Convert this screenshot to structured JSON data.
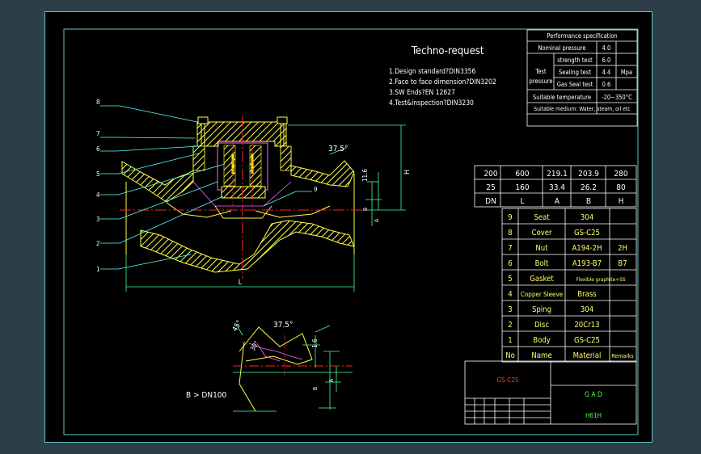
{
  "techno": {
    "title": "Techno-request",
    "lines": [
      "1.Design standard?DIN3356",
      "2.Face to face dimension?DIN3202",
      "3.SW Ends?EN 12627",
      "4.Test&inspection?DIN3230"
    ]
  },
  "performance": {
    "header": "Performance specification",
    "nominal_label": "Nominal pressure",
    "nominal_value": "4.0",
    "test_label_1": "Test",
    "test_label_2": "pressure",
    "strength_label": "strength test",
    "strength_value": "6.0",
    "sealing_label": "Sealing test",
    "sealing_value": "4.4",
    "gas_label": "Gas Seal test",
    "gas_value": "0.6",
    "unit": "Mpa",
    "temp_label": "Suitable temperature",
    "temp_value": "-20~350°C",
    "medium": "Suitable medium: Water, steam, oil etc"
  },
  "dimensions": {
    "rows": [
      [
        "200",
        "600",
        "219.1",
        "203.9",
        "280"
      ],
      [
        "25",
        "160",
        "33.4",
        "26.2",
        "80"
      ],
      [
        "DN",
        "L",
        "A",
        "B",
        "H"
      ]
    ]
  },
  "parts": {
    "header": {
      "no": "No",
      "name": "Name",
      "material": "Material",
      "remarks": "Remarks"
    },
    "rows": [
      {
        "no": "9",
        "name": "Seat",
        "material": "304",
        "remarks": ""
      },
      {
        "no": "8",
        "name": "Cover",
        "material": "GS-C25",
        "remarks": ""
      },
      {
        "no": "7",
        "name": "Nut",
        "material": "A194-2H",
        "remarks": "2H"
      },
      {
        "no": "6",
        "name": "Bolt",
        "material": "A193-B7",
        "remarks": "B7"
      },
      {
        "no": "5",
        "name": "Gasket",
        "material": "Flexible graphite+SS",
        "remarks": ""
      },
      {
        "no": "4",
        "name": "Copper Sleeve",
        "material": "Brass",
        "remarks": ""
      },
      {
        "no": "3",
        "name": "Sping",
        "material": "304",
        "remarks": ""
      },
      {
        "no": "2",
        "name": "Disc",
        "material": "20Cr13",
        "remarks": ""
      },
      {
        "no": "1",
        "name": "Body",
        "material": "GS-C25",
        "remarks": ""
      }
    ]
  },
  "title_block": {
    "code": "GS-C25",
    "gad": "G A D",
    "model": "H61H"
  },
  "drawing": {
    "callouts": [
      "8",
      "7",
      "6",
      "5",
      "4",
      "3",
      "2",
      "1",
      "9"
    ],
    "angle_main": "37.5°",
    "dim_116": "11.6",
    "dim_L": "L",
    "dim_H": "H",
    "dim_B": "B",
    "dim_A": "A",
    "detail_angle_45": "45°",
    "detail_angle_375": "37.5°",
    "detail_angle_30": "30°",
    "detail_16": "1.6",
    "detail_B": "B",
    "detail_A": "A",
    "detail_note": "B > DN100"
  },
  "colors": {
    "border": "#5bc8c8",
    "table_text": "#ffffff",
    "parts_text": "#ffff66",
    "title_code": "#ff3333",
    "title_green": "#55ff55",
    "hatch": "#ffff44",
    "centerline": "#ff2222",
    "dim": "#44ff99",
    "leader": "#55ffff"
  }
}
